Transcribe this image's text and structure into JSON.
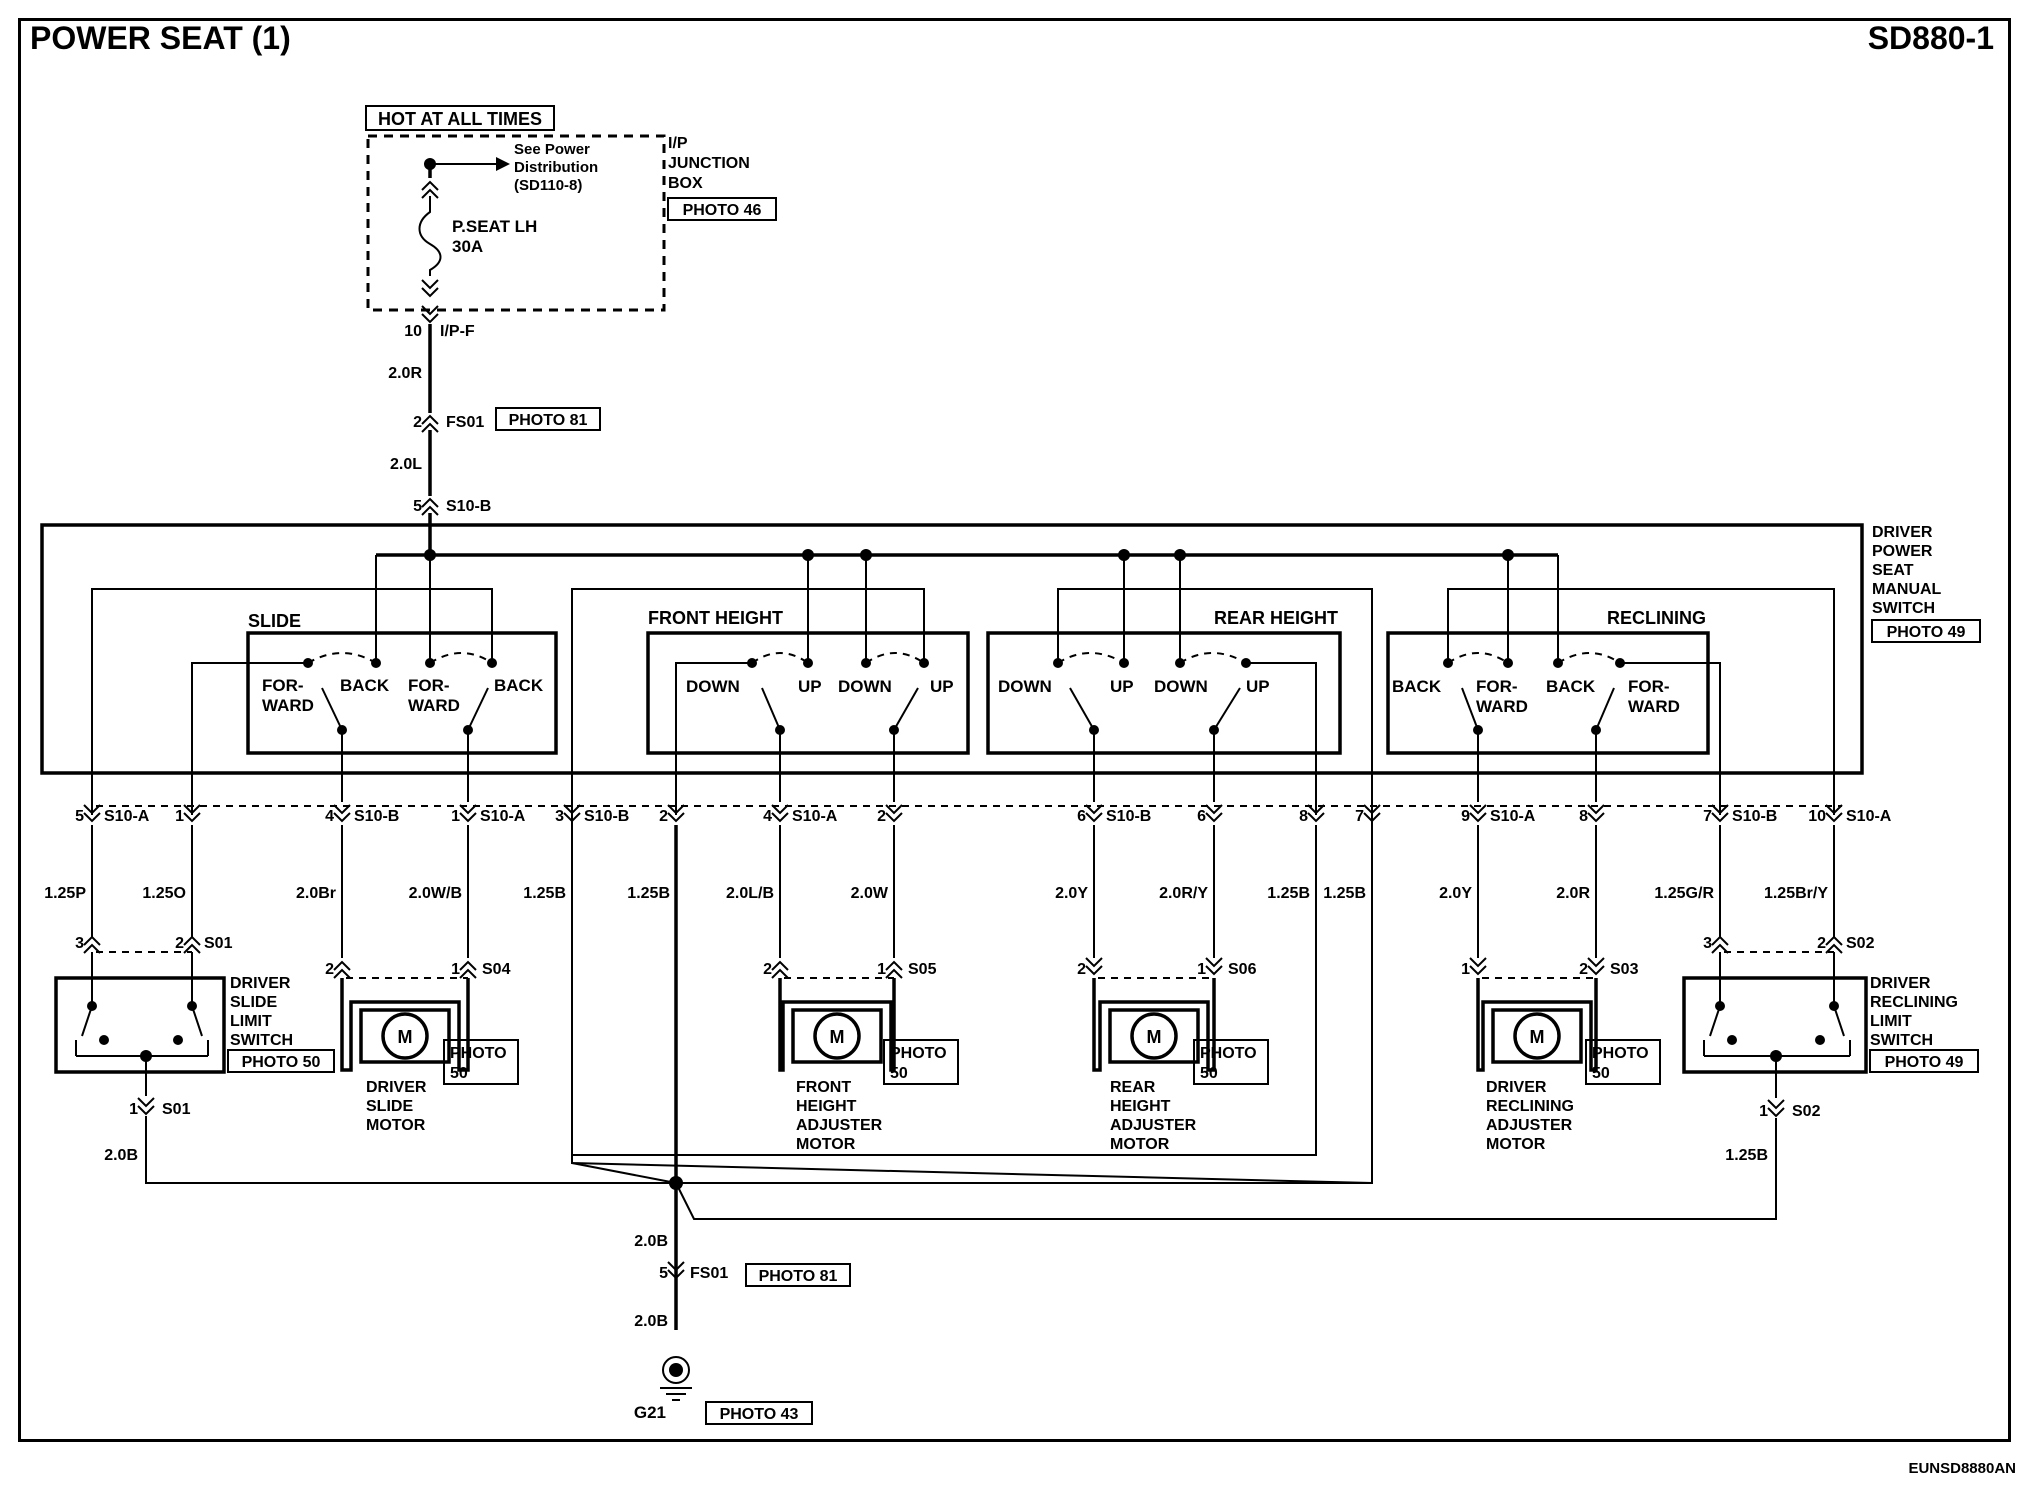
{
  "header": {
    "title": "POWER SEAT (1)",
    "code": "SD880-1"
  },
  "footer": {
    "image_code": "EUNSD8880AN"
  },
  "junction": {
    "hot_label": "HOT AT ALL TIMES",
    "see_power_1": "See Power",
    "see_power_2": "Distribution",
    "see_power_3": "(SD110-8)",
    "fuse_name": "P.SEAT LH",
    "fuse_rating": "30A",
    "box_1": "I/P",
    "box_2": "JUNCTION",
    "box_3": "BOX",
    "photo": "PHOTO 46",
    "pin": "10",
    "connector": "I/P-F"
  },
  "feed": {
    "wire_1": "2.0R",
    "fs01_pin": "2",
    "fs01_name": "FS01",
    "fs01_photo": "PHOTO 81",
    "wire_2": "2.0L",
    "s10b_pin": "5",
    "s10b_name": "S10-B"
  },
  "switch_assembly": {
    "name_1": "DRIVER",
    "name_2": "POWER",
    "name_3": "SEAT",
    "name_4": "MANUAL",
    "name_5": "SWITCH",
    "photo": "PHOTO 49"
  },
  "sections": {
    "slide": {
      "label": "SLIDE",
      "c1_1": "FOR-",
      "c1_2": "WARD",
      "c2": "BACK",
      "c3_1": "FOR-",
      "c3_2": "WARD",
      "c4": "BACK"
    },
    "front": {
      "label": "FRONT HEIGHT",
      "c1": "DOWN",
      "c2": "UP",
      "c3": "DOWN",
      "c4": "UP"
    },
    "rear": {
      "label": "REAR HEIGHT",
      "c1": "DOWN",
      "c2": "UP",
      "c3": "DOWN",
      "c4": "UP"
    },
    "recline": {
      "label": "RECLINING",
      "c1": "BACK",
      "c2_1": "FOR-",
      "c2_2": "WARD",
      "c3": "BACK",
      "c4_1": "FOR-",
      "c4_2": "WARD"
    }
  },
  "connectors": [
    {
      "pin": "5",
      "name": "S10-A",
      "wire": "1.25P"
    },
    {
      "pin": "1",
      "name": "",
      "wire": "1.25O"
    },
    {
      "pin": "4",
      "name": "S10-B",
      "wire": "2.0Br"
    },
    {
      "pin": "1",
      "name": "S10-A",
      "wire": "2.0W/B"
    },
    {
      "pin": "3",
      "name": "S10-B",
      "wire": "1.25B"
    },
    {
      "pin": "2",
      "name": "",
      "wire": "1.25B"
    },
    {
      "pin": "4",
      "name": "S10-A",
      "wire": "2.0L/B"
    },
    {
      "pin": "2",
      "name": "",
      "wire": "2.0W"
    },
    {
      "pin": "6",
      "name": "S10-B",
      "wire": "2.0Y"
    },
    {
      "pin": "6",
      "name": "",
      "wire": "2.0R/Y"
    },
    {
      "pin": "8",
      "name": "",
      "wire": "1.25B"
    },
    {
      "pin": "7",
      "name": "",
      "wire": "1.25B"
    },
    {
      "pin": "9",
      "name": "S10-A",
      "wire": "2.0Y"
    },
    {
      "pin": "8",
      "name": "",
      "wire": "2.0R"
    },
    {
      "pin": "7",
      "name": "S10-B",
      "wire": "1.25G/R"
    },
    {
      "pin": "10",
      "name": "S10-A",
      "wire": "1.25Br/Y"
    }
  ],
  "slide_limit": {
    "pin_a": "3",
    "pin_b": "2",
    "name": "S01",
    "label_1": "DRIVER",
    "label_2": "SLIDE",
    "label_3": "LIMIT",
    "label_4": "SWITCH",
    "photo": "PHOTO 50",
    "out_pin": "1",
    "out_name": "S01",
    "out_wire": "2.0B"
  },
  "slide_motor": {
    "pin_a": "2",
    "pin_b": "1",
    "name": "S04",
    "m": "M",
    "photo_1": "PHOTO",
    "photo_2": "50",
    "label_1": "DRIVER",
    "label_2": "SLIDE",
    "label_3": "MOTOR"
  },
  "front_motor": {
    "pin_a": "2",
    "pin_b": "1",
    "name": "S05",
    "m": "M",
    "photo_1": "PHOTO",
    "photo_2": "50",
    "label_1": "FRONT",
    "label_2": "HEIGHT",
    "label_3": "ADJUSTER",
    "label_4": "MOTOR"
  },
  "rear_motor": {
    "pin_a": "2",
    "pin_b": "1",
    "name": "S06",
    "m": "M",
    "photo_1": "PHOTO",
    "photo_2": "50",
    "label_1": "REAR",
    "label_2": "HEIGHT",
    "label_3": "ADJUSTER",
    "label_4": "MOTOR"
  },
  "recline_motor": {
    "pin_a": "1",
    "pin_b": "2",
    "name": "S03",
    "m": "M",
    "photo_1": "PHOTO",
    "photo_2": "50",
    "label_1": "DRIVER",
    "label_2": "RECLINING",
    "label_3": "ADJUSTER",
    "label_4": "MOTOR"
  },
  "recline_limit": {
    "pin_a": "3",
    "pin_b": "2",
    "name": "S02",
    "label_1": "DRIVER",
    "label_2": "RECLINING",
    "label_3": "LIMIT",
    "label_4": "SWITCH",
    "photo": "PHOTO 49",
    "out_pin": "1",
    "out_name": "S02",
    "out_wire": "1.25B"
  },
  "ground": {
    "wire_1": "2.0B",
    "fs01_pin": "5",
    "fs01_name": "FS01",
    "fs01_photo": "PHOTO 81",
    "wire_2": "2.0B",
    "name": "G21",
    "photo": "PHOTO 43"
  }
}
